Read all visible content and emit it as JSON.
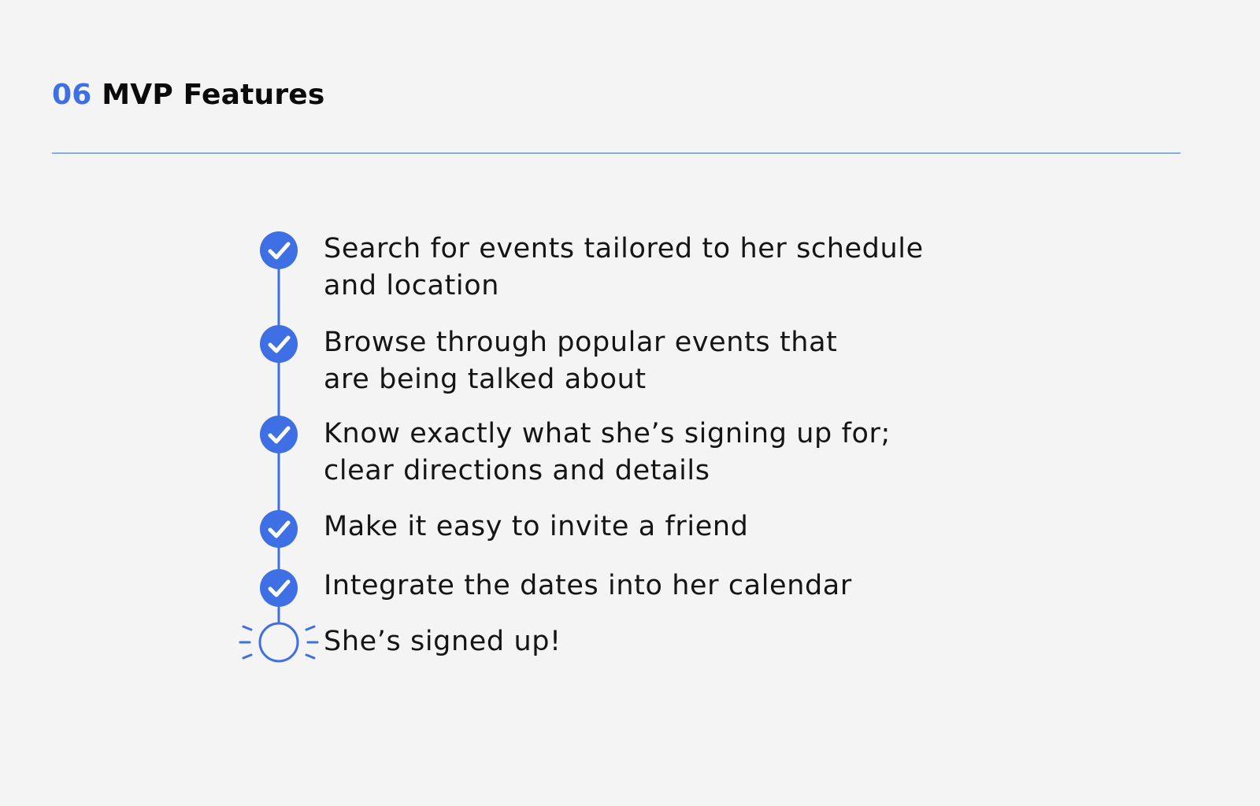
{
  "header": {
    "number": "06",
    "title": "MVP Features"
  },
  "colors": {
    "accent": "#3f6fe4",
    "background": "#f4f4f4",
    "text": "#151515"
  },
  "steps": [
    {
      "lines": [
        "Search for events tailored to her schedule",
        "and location"
      ],
      "icon": "check-circle-icon",
      "done": true
    },
    {
      "lines": [
        "Browse through popular events that",
        "are being talked about"
      ],
      "icon": "check-circle-icon",
      "done": true
    },
    {
      "lines": [
        "Know exactly what she’s signing up for;",
        "clear directions and details"
      ],
      "icon": "check-circle-icon",
      "done": true
    },
    {
      "lines": [
        "Make it easy to invite a friend"
      ],
      "icon": "check-circle-icon",
      "done": true
    },
    {
      "lines": [
        "Integrate the dates into her calendar"
      ],
      "icon": "check-circle-icon",
      "done": true
    },
    {
      "lines": [
        "She’s signed up!"
      ],
      "icon": "sparkle-circle-icon",
      "done": false
    }
  ]
}
